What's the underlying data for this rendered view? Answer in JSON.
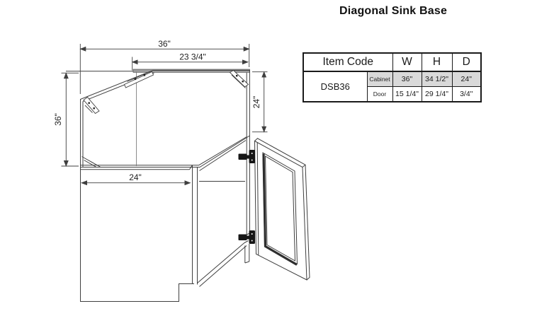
{
  "title": "Diagonal Sink Base",
  "table": {
    "headers": {
      "item_code": "Item Code",
      "w": "W",
      "h": "H",
      "d": "D"
    },
    "item_code": "DSB36",
    "rows": [
      {
        "label": "Cabinet",
        "w": "36\"",
        "h": "34 1/2\"",
        "d": "24\""
      },
      {
        "label": "Door",
        "w": "15 1/4\"",
        "h": "29 1/4\"",
        "d": "3/4\""
      }
    ]
  },
  "drawing": {
    "dims": {
      "top_width": "36\"",
      "opening_width": "23 3/4\"",
      "left_depth": "36\"",
      "right_side_height": "24\"",
      "bottom_depth": "24\""
    }
  },
  "colors": {
    "line": "#3f3f3f",
    "table_row_gray": "#d9d9d9",
    "top_band_gray": "#9c9c9c",
    "hinge_black": "#161616",
    "text": "#1a1a1a"
  }
}
